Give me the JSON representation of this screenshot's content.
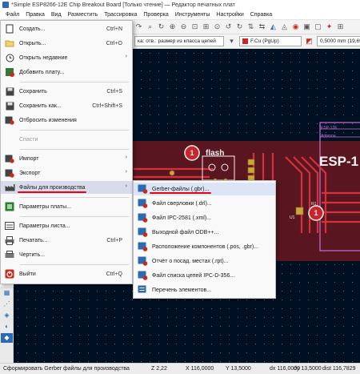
{
  "window": {
    "title": "*Simple ESP8266-12E Chip Breakout Board [Только чтение] — Редактор печатных плат"
  },
  "menubar": {
    "items": [
      "Файл",
      "Правка",
      "Вид",
      "Разместить",
      "Трассировка",
      "Проверка",
      "Инструменты",
      "Настройки",
      "Справка"
    ]
  },
  "optbar": {
    "track_combo": "ка: отв.: размер из класса цепей",
    "layer": "F.Cu (PgUp)",
    "layer_color": "#c8262b",
    "grid": "0,5000 mm (19,69 m"
  },
  "file_menu": {
    "items": [
      {
        "label": "Создать...",
        "shortcut": "Ctrl+N",
        "icon": "new-file-icon"
      },
      {
        "label": "Открыть...",
        "shortcut": "Ctrl+O",
        "icon": "open-folder-icon"
      },
      {
        "label": "Открыть недавние",
        "shortcut": "",
        "icon": "recent-icon"
      },
      {
        "label": "Добавить плату...",
        "shortcut": "",
        "icon": "add-board-icon"
      },
      {
        "label": "Сохранить",
        "shortcut": "Ctrl+S",
        "icon": "save-icon"
      },
      {
        "label": "Сохранить как...",
        "shortcut": "Ctrl+Shift+S",
        "icon": "save-as-icon"
      },
      {
        "label": "Отбросить изменения",
        "shortcut": "",
        "icon": "revert-icon"
      },
      {
        "label": "Спасти",
        "shortcut": "",
        "icon": ""
      },
      {
        "label": "Импорт",
        "shortcut": "",
        "icon": "import-icon"
      },
      {
        "label": "Экспорт",
        "shortcut": "",
        "icon": "export-icon"
      },
      {
        "label": "Файлы для производства",
        "shortcut": "",
        "icon": "fabrication-icon"
      },
      {
        "label": "Параметры платы...",
        "shortcut": "",
        "icon": "board-setup-icon"
      },
      {
        "label": "Параметры листа...",
        "shortcut": "",
        "icon": "page-settings-icon"
      },
      {
        "label": "Печатать...",
        "shortcut": "Ctrl+P",
        "icon": "print-icon"
      },
      {
        "label": "Чертить...",
        "shortcut": "",
        "icon": "plot-icon"
      },
      {
        "label": "Выйти",
        "shortcut": "Ctrl+Q",
        "icon": "exit-icon"
      }
    ]
  },
  "fab_menu": {
    "items": [
      {
        "label": "Gerber-файлы (.gbr)...",
        "icon": "gerber-icon"
      },
      {
        "label": "Файл сверловки (.drl)...",
        "icon": "drill-icon"
      },
      {
        "label": "Файл IPC-2581 (.xml)...",
        "icon": "ipc2581-icon"
      },
      {
        "label": "Выходной файл ODB++...",
        "icon": "odb-icon"
      },
      {
        "label": "Расположение компонентов (.pos, .gbr)...",
        "icon": "footprint-pos-icon"
      },
      {
        "label": "Отчёт о посад. местах (.rpt)...",
        "icon": "report-icon"
      },
      {
        "label": "Файл списка цепей IPC-D-356...",
        "icon": "netlist-icon"
      },
      {
        "label": "Перечень элементов...",
        "icon": "bom-icon"
      }
    ]
  },
  "pcb": {
    "silk_flash": "flash",
    "silk_esp": "ESP-1",
    "silk_esp_small": "ESP-12E",
    "silk_ant": "Antenna",
    "mark_1a": "1",
    "mark_1b": "1",
    "u_label": "U1",
    "ref_label": "R1"
  },
  "status": {
    "message": "Сформировать Gerber файлы для производства",
    "z": "Z 2,22",
    "x": "X 116,0000",
    "y": "Y 13,5000",
    "dx": "dx 116,0000",
    "dy": "dy 13,5000",
    "dist": "dist 116,7829"
  },
  "colors": {
    "canvas_bg": "#001023",
    "board_fill": "#5a1620",
    "copper": "#c8262b",
    "silkscreen": "#f2f2f2",
    "courtyard": "#c76fd9",
    "annotation_red": "#e30613"
  }
}
